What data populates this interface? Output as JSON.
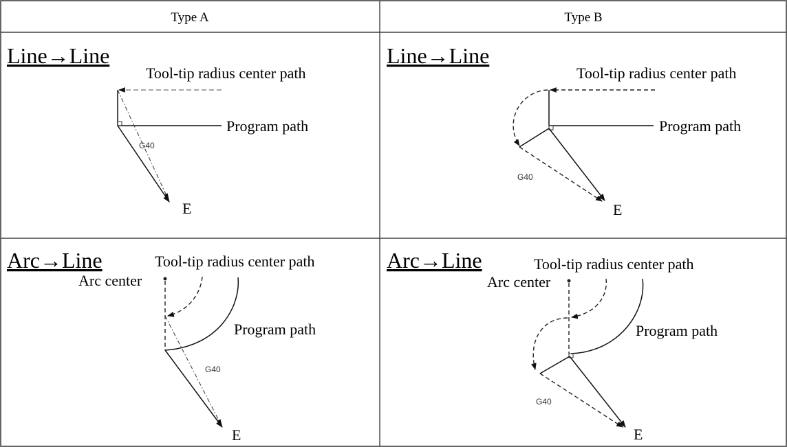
{
  "table": {
    "headers": [
      "Type A",
      "Type B"
    ]
  },
  "cells": {
    "a_line": {
      "title": "Line→Line",
      "tool_path_label": "Tool-tip radius center path",
      "program_path_label": "Program path",
      "code_label": "G40",
      "end_label": "E"
    },
    "b_line": {
      "title": "Line→Line",
      "tool_path_label": "Tool-tip radius center path",
      "program_path_label": "Program path",
      "code_label": "G40",
      "end_label": "E"
    },
    "a_arc": {
      "title": "Arc→Line",
      "tool_path_label": "Tool-tip radius center path",
      "arc_center_label": "Arc center",
      "program_path_label": "Program path",
      "code_label": "G40",
      "end_label": "E"
    },
    "b_arc": {
      "title": "Arc→Line",
      "tool_path_label": "Tool-tip radius center path",
      "arc_center_label": "Arc center",
      "program_path_label": "Program path",
      "code_label": "G40",
      "end_label": "E"
    }
  }
}
